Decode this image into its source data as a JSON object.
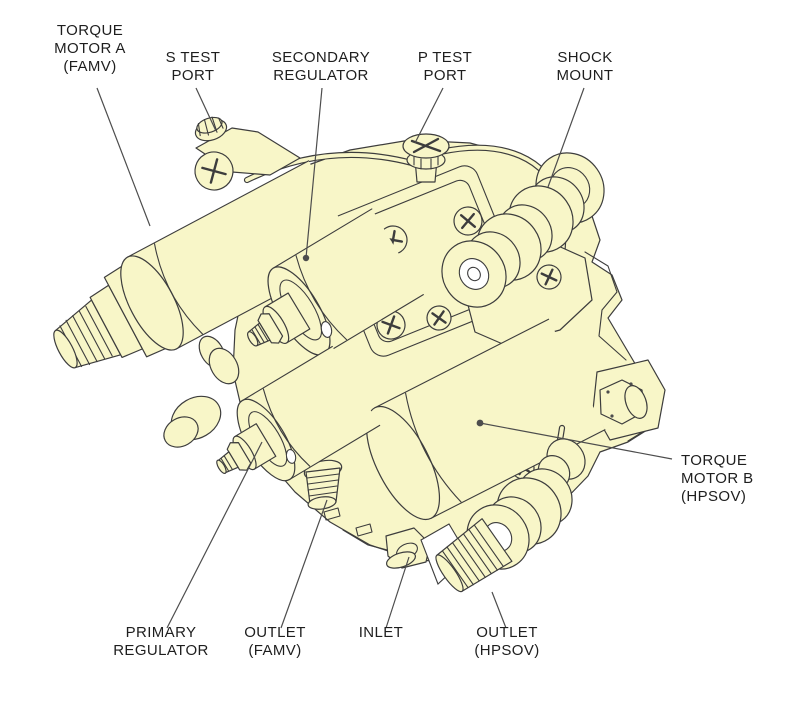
{
  "figure": {
    "background": "#ffffff"
  },
  "colors": {
    "body_fill": "#f8f6c8",
    "outline": "#3d3d3d",
    "leader": "#4d4d4d",
    "text": "#1e1e1e",
    "white_detail": "#ffffff"
  },
  "callouts": [
    {
      "id": "torque-motor-a",
      "lines": [
        "TORQUE",
        "MOTOR A",
        "(FAMV)"
      ]
    },
    {
      "id": "s-test-port",
      "lines": [
        "S TEST",
        "PORT"
      ]
    },
    {
      "id": "secondary-regulator",
      "lines": [
        "SECONDARY",
        "REGULATOR"
      ]
    },
    {
      "id": "p-test-port",
      "lines": [
        "P TEST",
        "PORT"
      ]
    },
    {
      "id": "shock-mount",
      "lines": [
        "SHOCK",
        "MOUNT"
      ]
    },
    {
      "id": "torque-motor-b",
      "lines": [
        "TORQUE",
        "MOTOR B",
        "(HPSOV)"
      ]
    },
    {
      "id": "primary-regulator",
      "lines": [
        "PRIMARY",
        "REGULATOR"
      ]
    },
    {
      "id": "outlet-famv",
      "lines": [
        "OUTLET",
        "(FAMV)"
      ]
    },
    {
      "id": "inlet",
      "lines": [
        "INLET"
      ]
    },
    {
      "id": "outlet-hpsov",
      "lines": [
        "OUTLET",
        "(HPSOV)"
      ]
    }
  ]
}
